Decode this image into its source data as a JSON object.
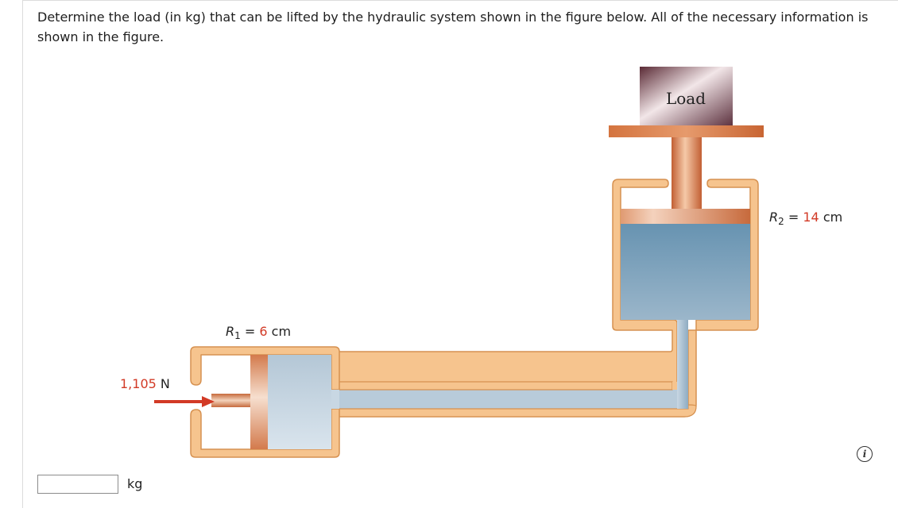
{
  "question": {
    "text": "Determine the load (in kg) that can be lifted by the hydraulic system shown in the figure below. All of the necessary information is shown in the figure."
  },
  "figure": {
    "load_label": "Load",
    "force": {
      "value": "1,105",
      "unit": "N"
    },
    "r1": {
      "symbol": "R",
      "subscript": "1",
      "equals": "=",
      "value": "6",
      "unit": "cm"
    },
    "r2": {
      "symbol": "R",
      "subscript": "2",
      "equals": "=",
      "value": "14",
      "unit": "cm"
    },
    "colors": {
      "accent_red": "#d23a26",
      "tube_wall": "#f6c48e",
      "fluid_light": "#c6d5e1",
      "fluid_dark": "#6e97b3",
      "piston": "#d77b4a",
      "load_box": "#6a3b47"
    }
  },
  "answer": {
    "value": "",
    "placeholder": "",
    "unit": "kg"
  },
  "info_icon": {
    "glyph": "i"
  }
}
